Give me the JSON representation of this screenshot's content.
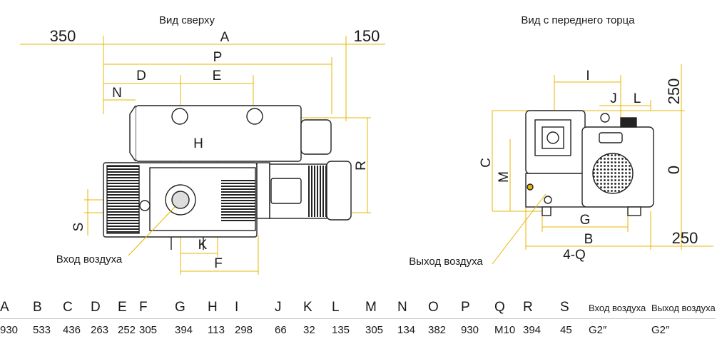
{
  "views": {
    "top_title": "Вид сверху",
    "front_title": "Вид с переднего торца"
  },
  "callouts": {
    "inlet": "Вход воздуха",
    "outlet": "Выход воздуха"
  },
  "top_view_labels": {
    "left_clearance": "350",
    "right_clearance": "150",
    "A": "A",
    "P": "P",
    "D": "D",
    "E": "E",
    "N": "N",
    "H": "H",
    "R": "R",
    "S": "S",
    "K": "K",
    "F": "F"
  },
  "front_view_labels": {
    "I": "I",
    "J": "J",
    "L": "L",
    "top_clearance": "250",
    "right_clearance_value": "0",
    "C": "C",
    "M": "M",
    "G": "G",
    "B": "B",
    "bottom_clearance": "250",
    "bolts": "4-Q"
  },
  "table": {
    "headers": [
      "A",
      "B",
      "C",
      "D",
      "E",
      "F",
      "G",
      "H",
      "I",
      "J",
      "K",
      "L",
      "M",
      "N",
      "O",
      "P",
      "Q",
      "R",
      "S",
      "Вход воздуха",
      "Выход воздуха"
    ],
    "values": [
      "930",
      "533",
      "436",
      "263",
      "252",
      "305",
      "394",
      "113",
      "298",
      "66",
      "32",
      "135",
      "305",
      "134",
      "382",
      "930",
      "M10",
      "394",
      "45",
      "G2″",
      "G2″"
    ]
  }
}
